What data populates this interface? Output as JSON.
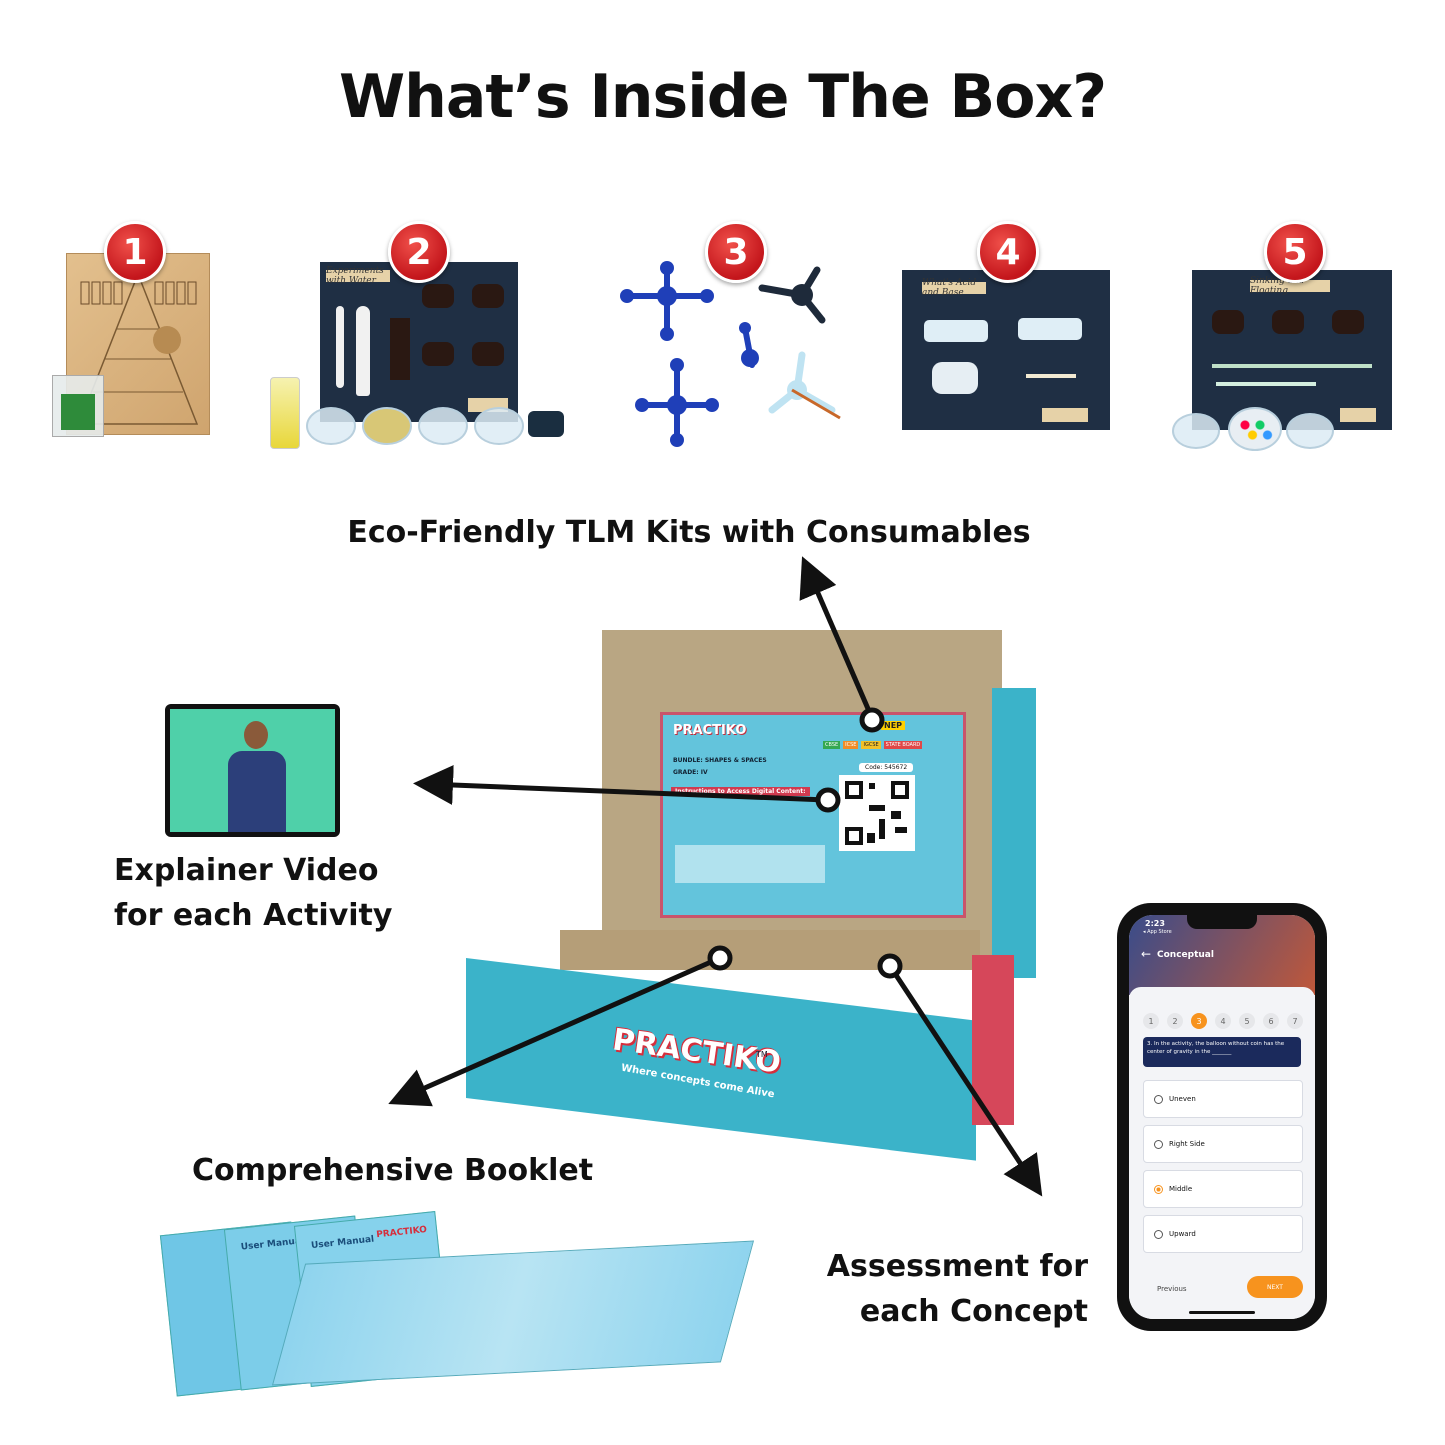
{
  "title": "What’s Inside The Box?",
  "kits": [
    {
      "number": "1"
    },
    {
      "number": "2",
      "board_label": "Experiments with Water"
    },
    {
      "number": "3"
    },
    {
      "number": "4",
      "board_label": "What's Acid and Base"
    },
    {
      "number": "5",
      "board_label": "Sinking and Floating"
    }
  ],
  "captions": {
    "kits": "Eco-Friendly TLM Kits with Consumables",
    "video_line1": "Explainer Video",
    "video_line2": "for each Activity",
    "booklet": "Comprehensive Booklet",
    "assessment_line1": "Assessment for",
    "assessment_line2": "each Concept"
  },
  "box": {
    "brand": "PRACTIKO",
    "tagline": "Where concepts come Alive",
    "trademark": "TM",
    "inner_card": {
      "bundle": "BUNDLE: SHAPES & SPACES",
      "grade": "GRADE: IV",
      "instructions": "Instructions to Access Digital Content:",
      "code": "Code: 545672",
      "boards": [
        "CBSE",
        "ICSE",
        "IGCSE",
        "STATE BOARD"
      ],
      "nep": "NEP"
    }
  },
  "booklet": {
    "brand": "PRACTIKO",
    "cover_title": "User Manual"
  },
  "phone": {
    "time": "2:23",
    "back_label": "◂ App Store",
    "header": "Conceptual",
    "steps": [
      "1",
      "2",
      "3",
      "4",
      "5",
      "6",
      "7"
    ],
    "active_step": "3",
    "question": "3. In the activity, the balloon without coin has the center of gravity in the _______",
    "options": [
      "Uneven",
      "Right Side",
      "Middle",
      "Upward"
    ],
    "selected_option": "Middle",
    "prev_label": "Previous",
    "next_label": "NEXT",
    "accent_color": "#f7931e",
    "header_color": "#1b2a5c"
  },
  "colors": {
    "box_teal": "#3bb3c9",
    "badge_red": "#d7191f",
    "board_navy": "#1f2f44"
  }
}
